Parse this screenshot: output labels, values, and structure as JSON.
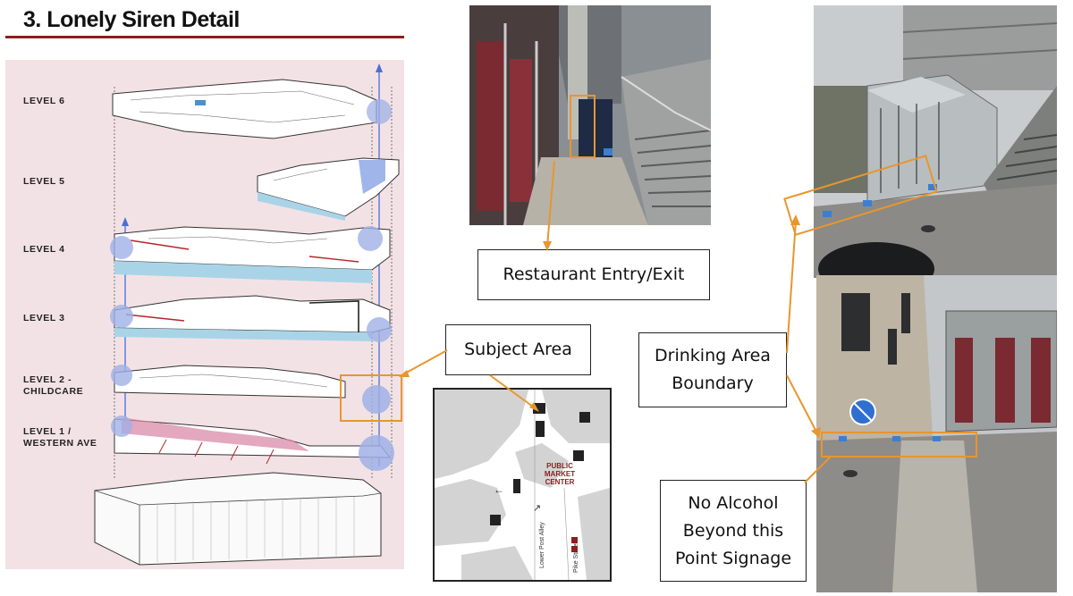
{
  "title": "3. Lonely Siren Detail",
  "levels": [
    {
      "id": "6",
      "label": "LEVEL 6"
    },
    {
      "id": "5",
      "label": "LEVEL 5"
    },
    {
      "id": "4",
      "label": "LEVEL 4"
    },
    {
      "id": "3",
      "label": "LEVEL 3"
    },
    {
      "id": "2",
      "label": "LEVEL 2 -\nCHILDCARE"
    },
    {
      "id": "1",
      "label": "LEVEL 1 /\nWESTERN AVE"
    }
  ],
  "callouts": {
    "restaurant_entry": "Restaurant Entry/Exit",
    "subject_area": "Subject Area",
    "drinking_area": "Drinking Area\nBoundary",
    "no_alcohol": "No Alcohol\nBeyond this\nPoint Signage"
  },
  "map": {
    "public_market": "PUBLIC",
    "market": "MARKET",
    "center": "CENTER",
    "lower_post_alley": "Lower Post Alley",
    "pike_street": "Pike Street"
  },
  "colors": {
    "accent_orange": "#e8962e",
    "title_rule": "#8f1d1d",
    "diagram_bg": "#f3e2e5",
    "blue_zone": "#7fb3d6",
    "pink_zone": "#d98aa8",
    "circulation_blue": "#4a6fd6",
    "path_red": "#b3262c"
  }
}
